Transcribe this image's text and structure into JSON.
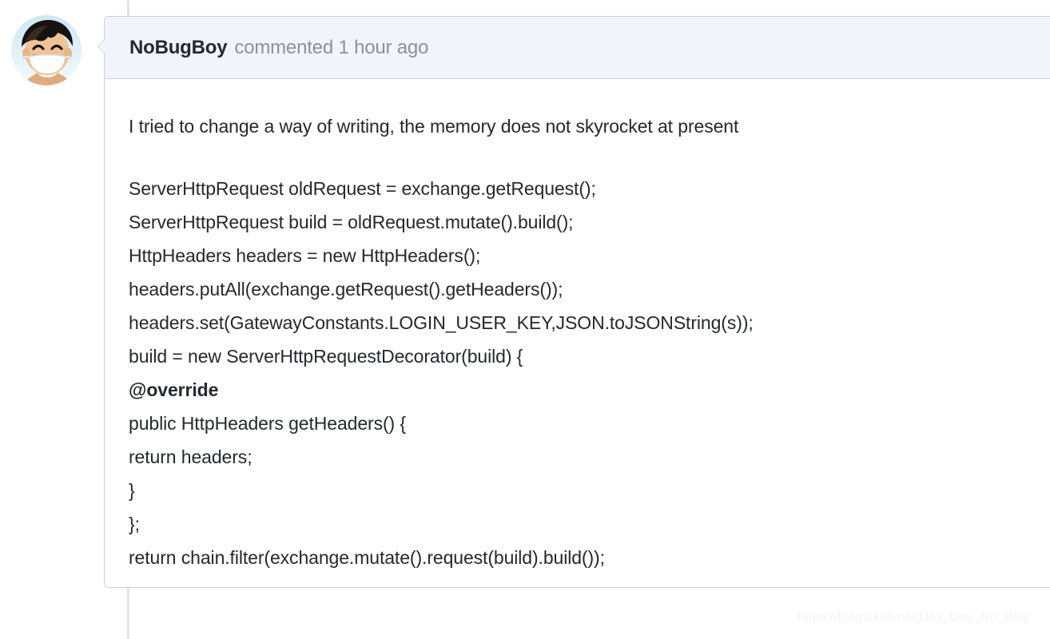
{
  "timeline": {
    "rail_color": "#e1e4e8"
  },
  "avatar": {
    "icon": "user-avatar-anime-masked",
    "alt": "NoBugBoy avatar"
  },
  "comment": {
    "header": {
      "author": "NoBugBoy",
      "meta": "commented 1 hour ago",
      "background": "#f1f5fb",
      "border_color": "#c6d3e1"
    },
    "body": {
      "paragraph": "I tried to change a way of writing, the memory does not skyrocket at present",
      "code_lines": [
        {
          "text": "ServerHttpRequest oldRequest = exchange.getRequest();",
          "bold": false
        },
        {
          "text": "ServerHttpRequest build = oldRequest.mutate().build();",
          "bold": false
        },
        {
          "text": "HttpHeaders headers = new HttpHeaders();",
          "bold": false
        },
        {
          "text": "headers.putAll(exchange.getRequest().getHeaders());",
          "bold": false
        },
        {
          "text": "headers.set(GatewayConstants.LOGIN_USER_KEY,JSON.toJSONString(s));",
          "bold": false
        },
        {
          "text": "build = new ServerHttpRequestDecorator(build) {",
          "bold": false
        },
        {
          "text": "@override",
          "bold": true
        },
        {
          "text": "public HttpHeaders getHeaders() {",
          "bold": false
        },
        {
          "text": "return headers;",
          "bold": false
        },
        {
          "text": "}",
          "bold": false
        },
        {
          "text": "};",
          "bold": false
        },
        {
          "text": "return chain.filter(exchange.mutate().request(build).build());",
          "bold": false
        }
      ]
    }
  },
  "watermark": {
    "text": "https://blog.csdn.net/Day_Day_No_Bug"
  }
}
